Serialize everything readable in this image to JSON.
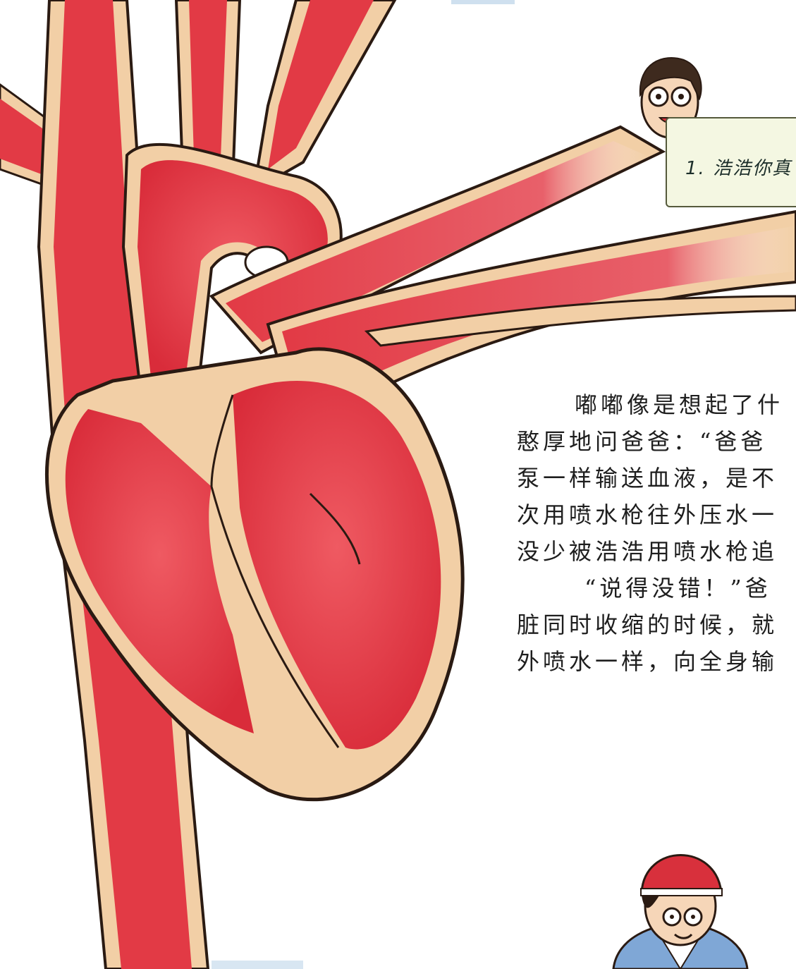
{
  "bubble": {
    "text": "1. 浩浩你真"
  },
  "story": {
    "lines": [
      "嘟嘟像是想起了什",
      "憨厚地问爸爸：“爸爸",
      "泵一样输送血液，是不",
      "次用喷水枪往外压水一",
      "没少被浩浩用喷水枪追",
      "“说得没错！”爸",
      "脏同时收缩的时候，就",
      "外喷水一样，向全身输"
    ]
  },
  "colors": {
    "blood": "#e23a45",
    "vessel_wall": "#f2cfa6",
    "outline": "#2a1a12",
    "bubble_bg": "#f4f7e2",
    "cap_red": "#d8303c"
  }
}
